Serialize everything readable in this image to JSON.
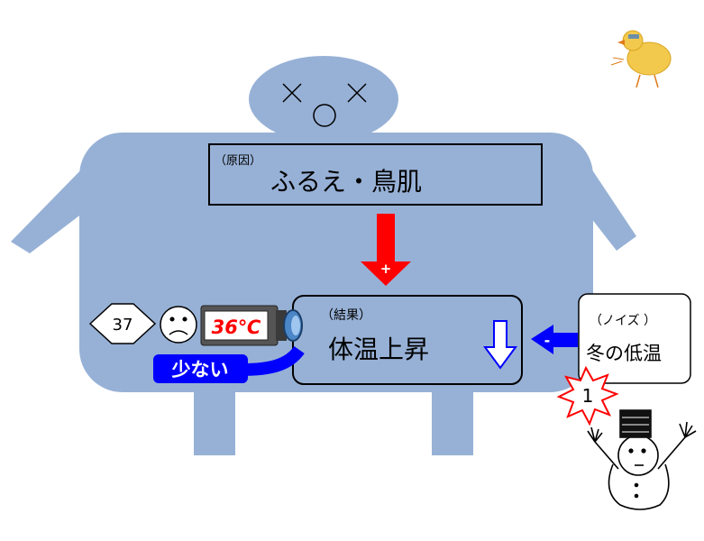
{
  "cause_box": {
    "small": "（原因）",
    "main": "ふるえ・鳥肌",
    "arrow_sign": "+"
  },
  "result_box": {
    "small": "（結果）",
    "main": "体温上昇"
  },
  "noise_box": {
    "small": "（ノイズ ）",
    "main": "冬の低温",
    "arrow_sign": "-"
  },
  "indicators": {
    "setpoint": "37",
    "thermometer_reading": "36℃",
    "shortfall_label": "少ない",
    "explosion_number": "1"
  },
  "colors": {
    "body": "#97b1d6",
    "plus_arrow": "#ff0000",
    "minus_arrow": "#0000ff",
    "thermo_text": "#ff0000",
    "explosion": "#ff0000"
  },
  "icons": [
    "dead-face-icon",
    "sad-face-icon",
    "thermometer-icon",
    "explosion-icon",
    "snowman-icon",
    "chick-icon",
    "down-arrow-icon"
  ]
}
